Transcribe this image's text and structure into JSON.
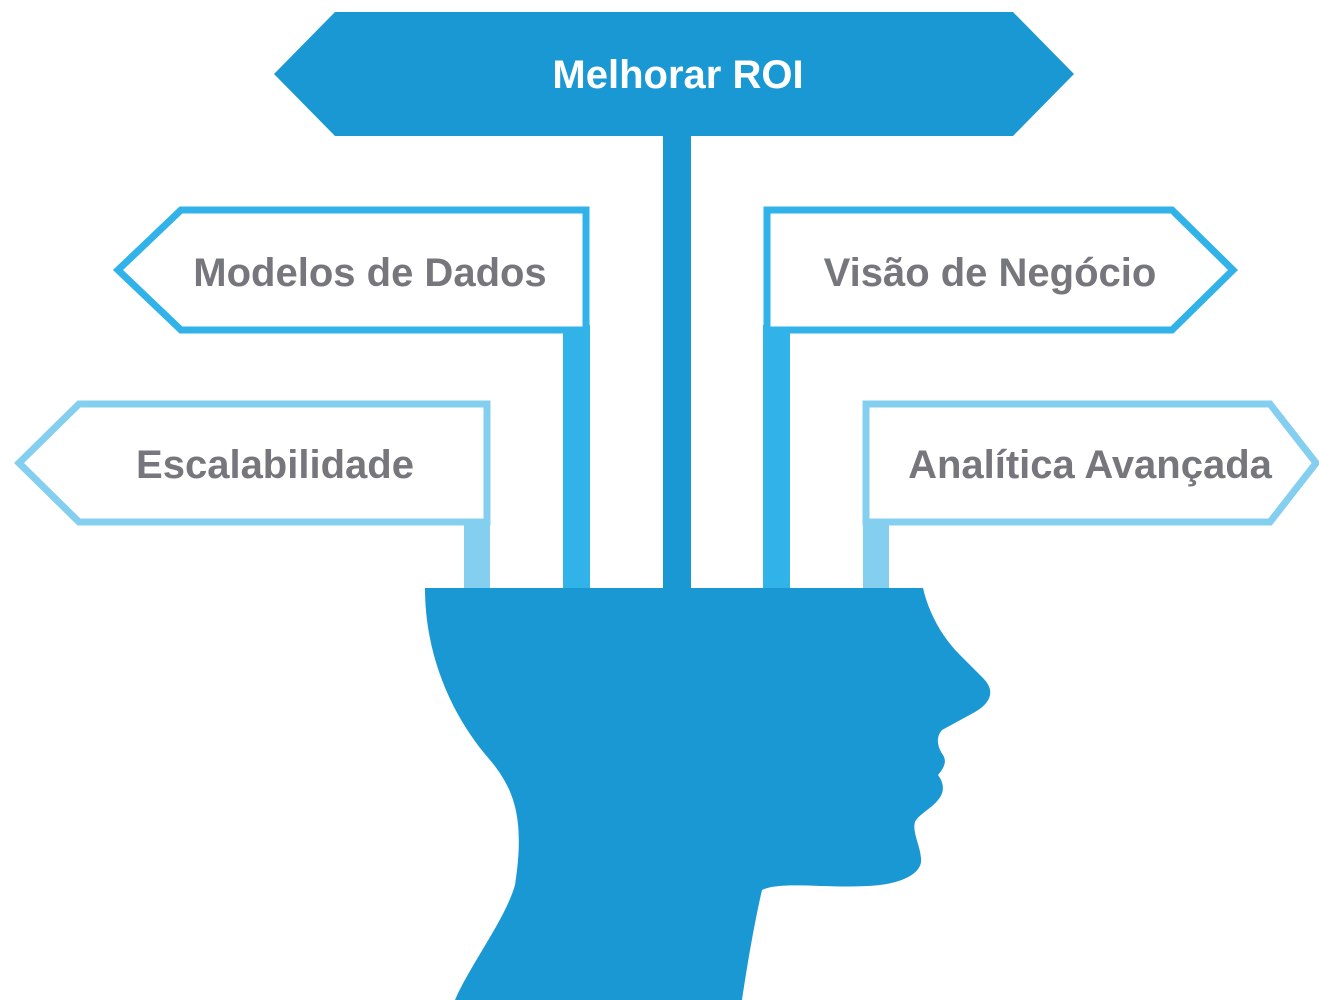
{
  "signs": {
    "top": "Melhorar ROI",
    "left_upper": "Modelos de Dados",
    "left_lower": "Escalabilidade",
    "right_upper": "Visão de Negócio",
    "right_lower": "Analítica Avançada"
  },
  "colors": {
    "primary_blue": "#1a98d4",
    "medium_blue": "#31b2e8",
    "light_blue": "#84cfef",
    "label_gray": "#75777c",
    "label_white": "#ffffff"
  },
  "icons": {
    "head": "human-head-silhouette-icon"
  }
}
